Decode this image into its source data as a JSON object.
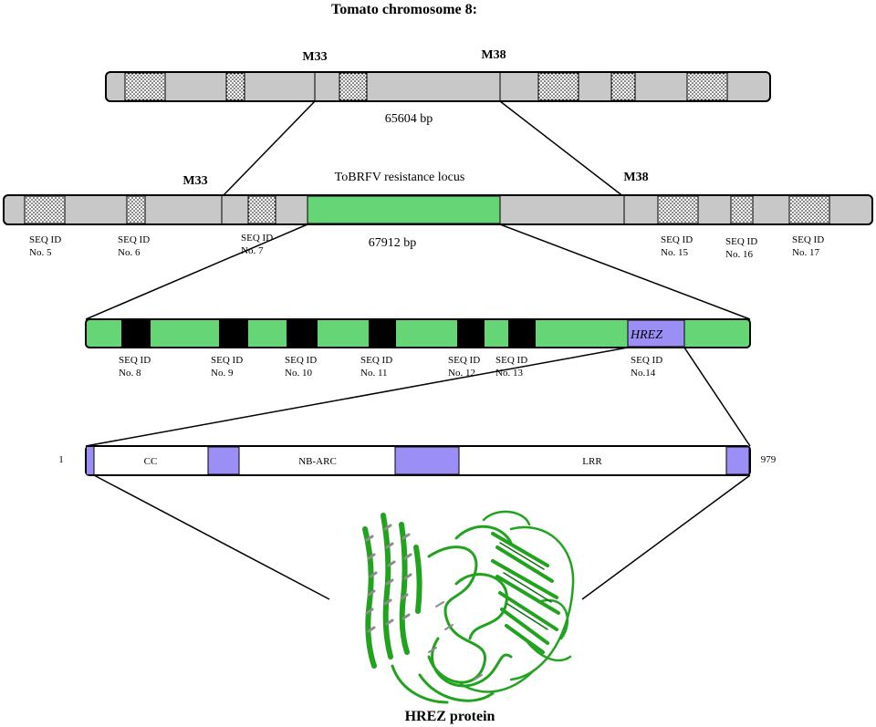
{
  "title": "Tomato chromosome 8:",
  "markers": {
    "m33": "M33",
    "m38": "M38"
  },
  "bp_top": "65604 bp",
  "locus_label": "ToBRFV resistance locus",
  "bp_mid": "67912 bp",
  "seq_row2": [
    {
      "l1": "SEQ ID",
      "l2": "No. 5"
    },
    {
      "l1": "SEQ ID",
      "l2": "No. 6"
    },
    {
      "l1": "SEQ ID",
      "l2": "No. 7"
    },
    {
      "l1": "SEQ ID",
      "l2": "No. 15"
    },
    {
      "l1": "SEQ ID",
      "l2": "No. 16"
    },
    {
      "l1": "SEQ ID",
      "l2": "No. 17"
    }
  ],
  "seq_row3": [
    {
      "l1": "SEQ ID",
      "l2": "No. 8"
    },
    {
      "l1": "SEQ ID",
      "l2": "No. 9"
    },
    {
      "l1": "SEQ ID",
      "l2": "No. 10"
    },
    {
      "l1": "SEQ ID",
      "l2": "No. 11"
    },
    {
      "l1": "SEQ ID",
      "l2": "No. 12"
    },
    {
      "l1": "SEQ ID",
      "l2": "No. 13"
    },
    {
      "l1": "SEQ ID",
      "l2": "No.14"
    }
  ],
  "gene_label": "HREZ",
  "domains": {
    "cc": "CC",
    "nbarc": "NB-ARC",
    "lrr": "LRR"
  },
  "protein_start": "1",
  "protein_end": "979",
  "protein_label": "HREZ protein",
  "colors": {
    "chromosome": "#c8c8c8",
    "locus": "#66d575",
    "gene_segment": "#000000",
    "domain_linker": "#9b8ff5",
    "protein_structure": "#22a31f"
  }
}
